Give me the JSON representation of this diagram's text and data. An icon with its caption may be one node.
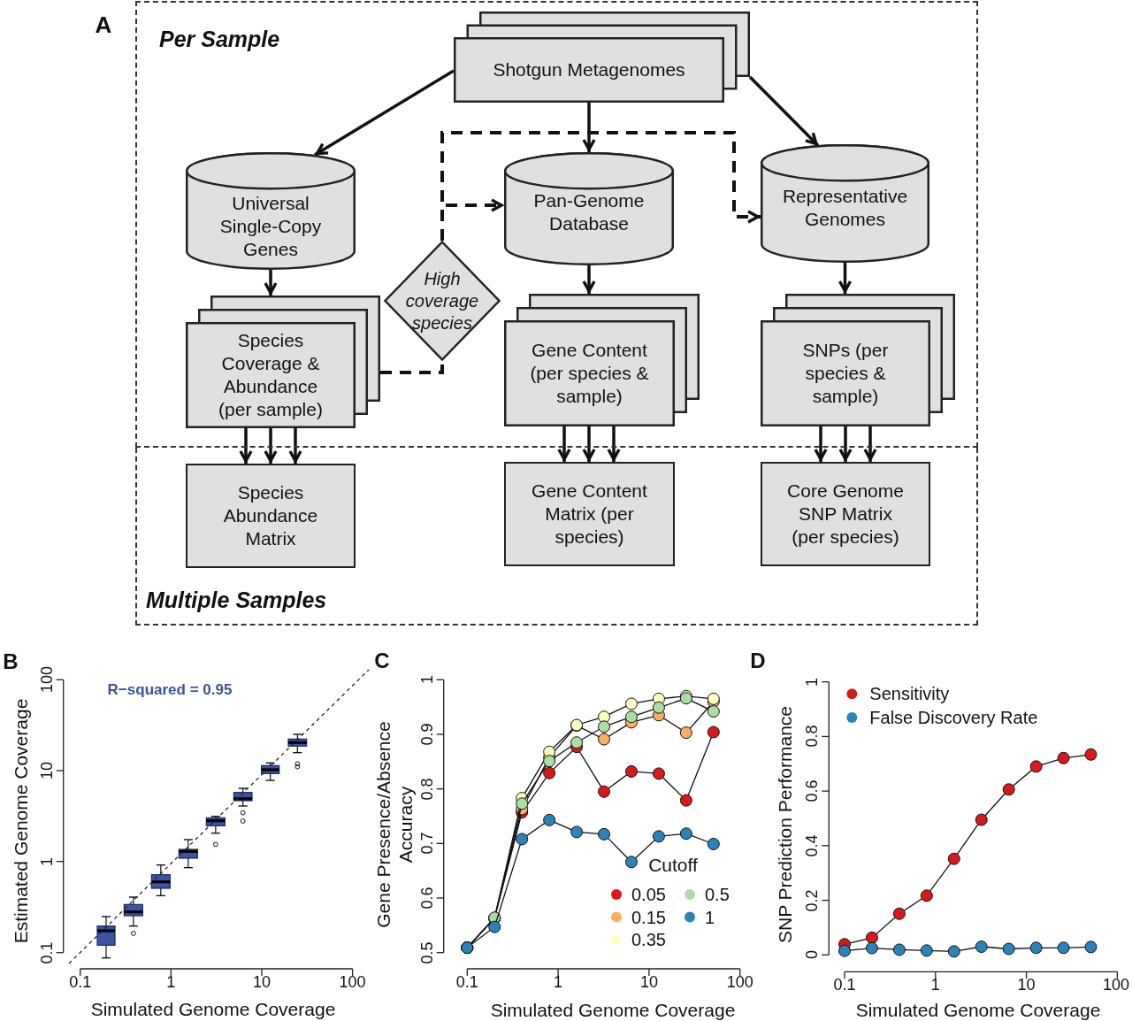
{
  "diagram": {
    "nodes": [
      {
        "text": [
          "Per Sample"
        ]
      },
      {
        "text": [
          "Shotgun Metagenomes"
        ],
        "in": 0
      },
      {
        "text": [
          "Universal Single-Copy Genes"
        ],
        "in": 0
      },
      {
        "text": [
          "Pan-Genome Database"
        ],
        "in": 0
      },
      {
        "text": [
          "Representative Genomes"
        ],
        "in": 0
      },
      {
        "text": [
          "High coverage species"
        ],
        "in": 0
      },
      {
        "text": [
          "Species Coverage & Abundance (per sample)"
        ],
        "in": 0
      },
      {
        "text": [
          "Gene Content (per species & sample)"
        ],
        "in": 0
      },
      {
        "text": [
          "SNPs (per species & sample)"
        ],
        "in": 0
      },
      {
        "text": [
          "Multiple Samples"
        ]
      },
      {
        "text": [
          "Species Abundance Matrix"
        ],
        "in": 9
      },
      {
        "text": [
          "Gene Content Matrix (per species)"
        ],
        "in": 9
      },
      {
        "text": [
          "Core Genome SNP Matrix (per species)"
        ],
        "in": 9
      }
    ],
    "edges": [
      {
        "from": 1,
        "to": 2,
        "arrow": "to"
      },
      {
        "from": 1,
        "to": 3,
        "arrow": "to"
      },
      {
        "from": 1,
        "to": 4,
        "arrow": "to"
      },
      {
        "from": 2,
        "to": 6,
        "arrow": "to"
      },
      {
        "from": 3,
        "to": 7,
        "arrow": "to"
      },
      {
        "from": 4,
        "to": 8,
        "arrow": "to"
      },
      {
        "from": 6,
        "to": 5,
        "arrow": "none",
        "style": "dashed"
      },
      {
        "from": 5,
        "to": 3,
        "arrow": "to",
        "style": "dashed"
      },
      {
        "from": 5,
        "to": 4,
        "arrow": "to",
        "style": "dashed"
      },
      {
        "from": 6,
        "to": 10,
        "arrow": "to"
      },
      {
        "from": 6,
        "to": 10,
        "arrow": "to"
      },
      {
        "from": 6,
        "to": 10,
        "arrow": "to"
      },
      {
        "from": 7,
        "to": 11,
        "arrow": "to"
      },
      {
        "from": 7,
        "to": 11,
        "arrow": "to"
      },
      {
        "from": 7,
        "to": 11,
        "arrow": "to"
      },
      {
        "from": 8,
        "to": 12,
        "arrow": "to"
      },
      {
        "from": 8,
        "to": 12,
        "arrow": "to"
      },
      {
        "from": 8,
        "to": 12,
        "arrow": "to"
      }
    ],
    "labels": [
      "A",
      "B",
      "C",
      "D",
      "R−squared = 0.95",
      "100",
      "10",
      "1",
      "0.1",
      "0.1",
      "1",
      "10",
      "100",
      "Estimated Genome Coverage",
      "Simulated Genome Coverage",
      "1",
      "0.9",
      "0.8",
      "0.7",
      "0.6",
      "0.5",
      "Gene Presence/Absence Accuracy",
      "Cutoff",
      "0.1",
      "1",
      "10",
      "100",
      "Simulated Genome Coverage",
      "1",
      "0.8",
      "0.6",
      "0.4",
      "0.2",
      "0",
      "SNP Prediction Performance",
      "0.1",
      "1",
      "10",
      "100",
      "Simulated Genome Coverage"
    ],
    "legend": [
      {
        "text": "0.05",
        "color": "#d7191c"
      },
      {
        "text": "0.15",
        "color": "#fdae61"
      },
      {
        "text": "0.35",
        "color": "#ffffbf"
      },
      {
        "text": "0.5",
        "color": "#abdda4"
      },
      {
        "text": "1",
        "color": "#2b83ba"
      },
      {
        "text": "Sensitivity",
        "color": "#d7191c"
      },
      {
        "text": "False Discovery Rate",
        "color": "#2b83ba"
      }
    ]
  }
}
